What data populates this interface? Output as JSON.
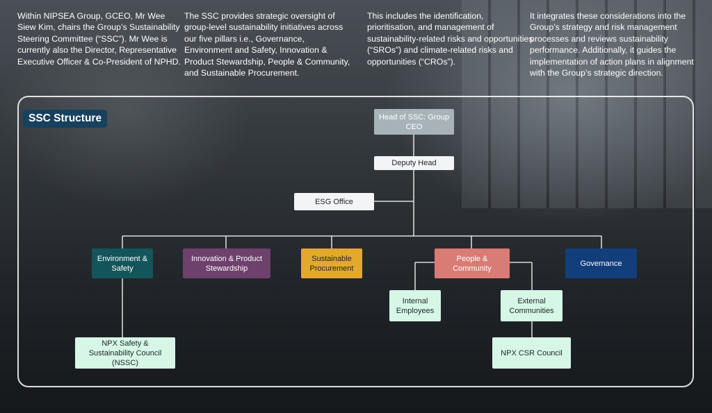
{
  "intro": {
    "col1": "Within NIPSEA Group, GCEO, Mr Wee Siew Kim, chairs the Group’s Sustainability Steering Committee (“SSC”). Mr Wee is currently also the Director, Representative Executive Officer & Co-President of NPHD.",
    "col2": "The SSC provides strategic oversight of group-level sustainability initiatives across our five pillars i.e., Governance, Environment and Safety, Innovation & Product Stewardship, People & Community, and Sustainable Procurement.",
    "col3": "This includes the identification, prioritisation, and management of sustainability-related risks and opportunities (“SROs”) and climate-related risks and opportunities (“CROs”).",
    "col4": "It integrates these considerations into the Group’s strategy and risk management processes and reviews sustainability performance. Additionally, it guides the implementation of action plans in alignment with the Group’s strategic direction."
  },
  "diagram": {
    "title": "SSC Structure",
    "head": "Head of SSC: Group CEO",
    "deputy": "Deputy Head",
    "esg": "ESG Office",
    "pillars": {
      "environment": "Environment & Safety",
      "innovation": "Innovation & Product Stewardship",
      "procurement": "Sustainable Procurement",
      "people": "People & Community",
      "governance": "Governance"
    },
    "sub": {
      "nssc": "NPX Safety & Sustainability Council (NSSC)",
      "internal": "Internal Employees",
      "external": "External Communities",
      "csr": "NPX CSR Council"
    },
    "colors": {
      "head": "#a7b3b8",
      "environment": "#13555a",
      "innovation": "#6e416c",
      "procurement": "#e2a92c",
      "people": "#d87c75",
      "governance": "#123e7c",
      "title_bg": "#17415f"
    }
  }
}
